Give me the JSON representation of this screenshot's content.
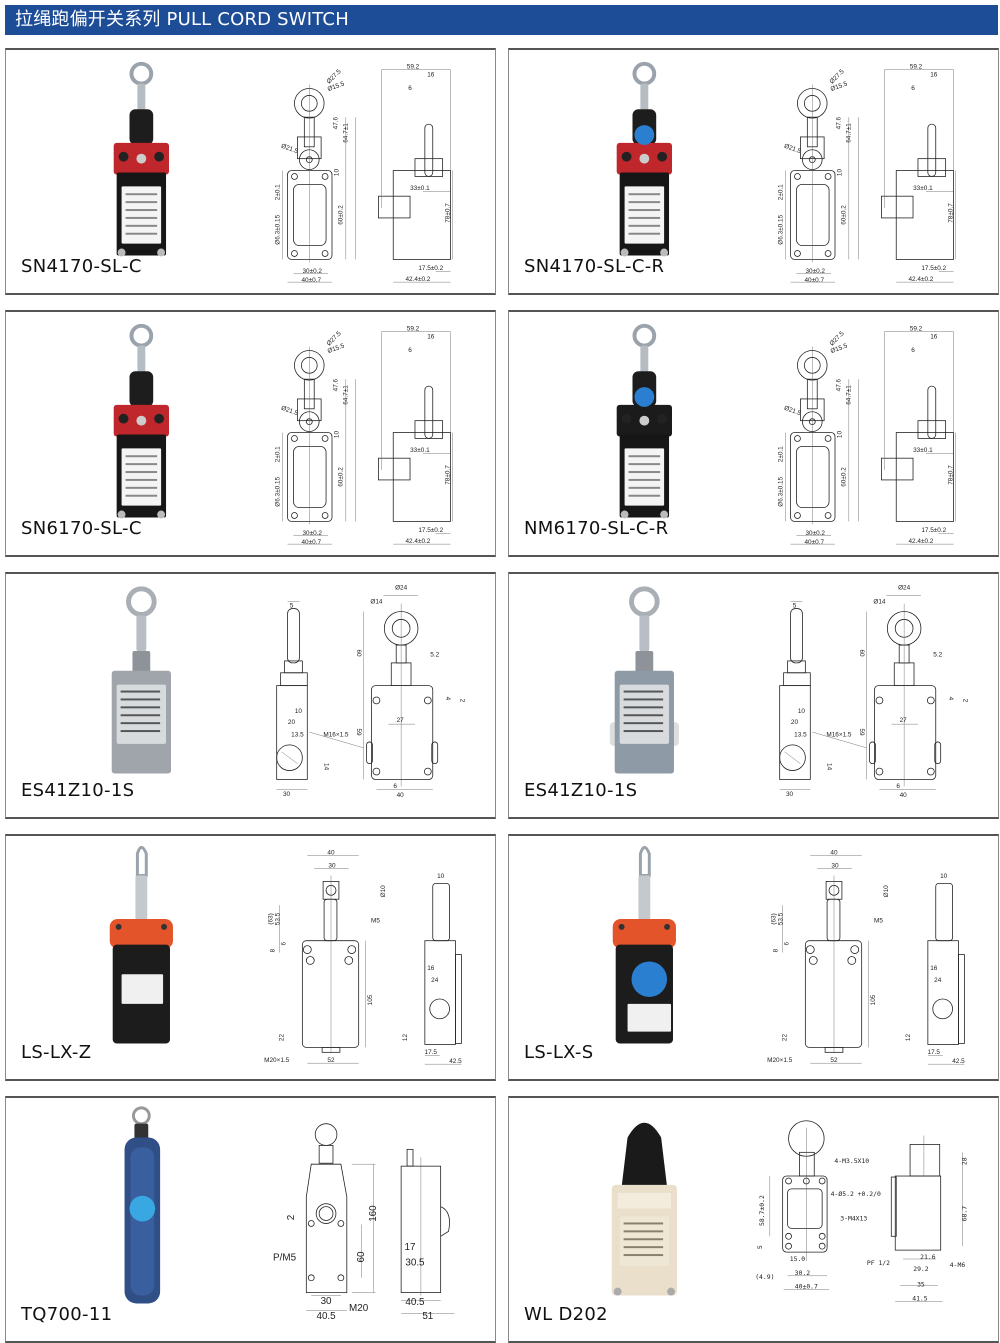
{
  "header": {
    "title": "拉绳跑偏开关系列 PULL CORD SWITCH"
  },
  "panels": [
    {
      "model": "SN4170-SL-C",
      "photo": "red-black",
      "button": false,
      "drawing": "A",
      "dims": [
        "Ø27.5",
        "Ø15.5",
        "Ø21.5",
        "47.6",
        "64.7±1",
        "10",
        "2±0.1",
        "Ø6.3±0.15",
        "60±0.2",
        "30±0.2",
        "40±0.7",
        "59.2",
        "16",
        "6",
        "33±0.1",
        "78±0.7",
        "17.5±0.2",
        "42.4±0.2"
      ]
    },
    {
      "model": "SN4170-SL-C-R",
      "photo": "red-black",
      "button": true,
      "drawing": "A",
      "dims": [
        "Ø27.5",
        "Ø15.5",
        "Ø21.5",
        "47.6",
        "64.7±1",
        "10",
        "2±0.1",
        "Ø6.3±0.15",
        "60±0.2",
        "30±0.2",
        "40±0.7",
        "59.2",
        "16",
        "6",
        "33±0.1",
        "78±0.7",
        "17.5±0.2",
        "42.4±0.2"
      ]
    },
    {
      "model": "SN6170-SL-C",
      "photo": "red-black",
      "button": false,
      "drawing": "A",
      "dims": [
        "Ø27.5",
        "Ø15.5",
        "Ø21.5",
        "47.6",
        "64.7±1",
        "10",
        "2±0.1",
        "Ø6.3±0.15",
        "60±0.2",
        "30±0.2",
        "40±0.7",
        "59.2",
        "16",
        "6",
        "33±0.1",
        "78±0.7",
        "17.5±0.2",
        "42.4±0.2"
      ]
    },
    {
      "model": "NM6170-SL-C-R",
      "photo": "black-red",
      "button": true,
      "drawing": "A",
      "dims": [
        "Ø27.5",
        "Ø15.5",
        "Ø21.5",
        "47.6",
        "64.7±1",
        "10",
        "2±0.1",
        "Ø6.3±0.15",
        "60±0.2",
        "30±0.2",
        "40±0.7",
        "59.2",
        "16",
        "6",
        "33±0.1",
        "78±0.7",
        "17.5±0.2",
        "42.4±0.2"
      ]
    },
    {
      "model": "ES41Z10-1S",
      "photo": "gray",
      "button": false,
      "drawing": "B",
      "dims": [
        "5",
        "10",
        "20",
        "13.5",
        "M16×1.5",
        "14",
        "30",
        "Ø24",
        "Ø14",
        "60",
        "5.2",
        "4",
        "2",
        "27",
        "59",
        "6",
        "40"
      ]
    },
    {
      "model": "ES41Z10-1S",
      "photo": "gray-blue",
      "button": false,
      "drawing": "B",
      "dims": [
        "5",
        "10",
        "20",
        "13.5",
        "M16×1.5",
        "14",
        "30",
        "Ø24",
        "Ø14",
        "60",
        "5.2",
        "4",
        "2",
        "27",
        "59",
        "6",
        "40"
      ]
    },
    {
      "model": "LS-LX-Z",
      "photo": "orange-black",
      "button": false,
      "drawing": "C",
      "dims": [
        "40",
        "30",
        "Ø10",
        "(63)",
        "53.5",
        "6",
        "8",
        "M5",
        "105",
        "22",
        "M20×1.5",
        "52",
        "10",
        "16",
        "24",
        "12",
        "17.5",
        "42.5"
      ]
    },
    {
      "model": "LS-LX-S",
      "photo": "orange-black",
      "button": true,
      "drawing": "C",
      "dims": [
        "40",
        "30",
        "Ø10",
        "(63)",
        "53.5",
        "6",
        "8",
        "M5",
        "105",
        "22",
        "M20×1.5",
        "52",
        "10",
        "16",
        "24",
        "12",
        "17.5",
        "42.5"
      ]
    },
    {
      "model": "TQ700-11",
      "photo": "navy",
      "button": true,
      "drawing": "D",
      "dims": [
        "2",
        "P/M5",
        "60",
        "160",
        "30",
        "M20",
        "40.5",
        "17",
        "30.5",
        "40.5",
        "51"
      ]
    },
    {
      "model": "WL D202",
      "photo": "beige",
      "button": false,
      "drawing": "E",
      "dims": [
        "4-M3.5X10",
        "4-Ø5.2 +0.2/0",
        "3-M4X13",
        "58.7±0.2",
        "5",
        "(4.9)",
        "15.0",
        "30.2",
        "40±0.7",
        "28",
        "68.7",
        "PF 1/2",
        "21.6",
        "29.2",
        "35",
        "41.5",
        "4-M6"
      ]
    }
  ],
  "colors": {
    "header": "#1d4d97",
    "red": "#c0272d",
    "orange": "#e4542a",
    "blue": "#2b7fd0",
    "navy": "#2f4f86",
    "beige": "#e9dfcb",
    "gray": "#9aa0a6"
  }
}
